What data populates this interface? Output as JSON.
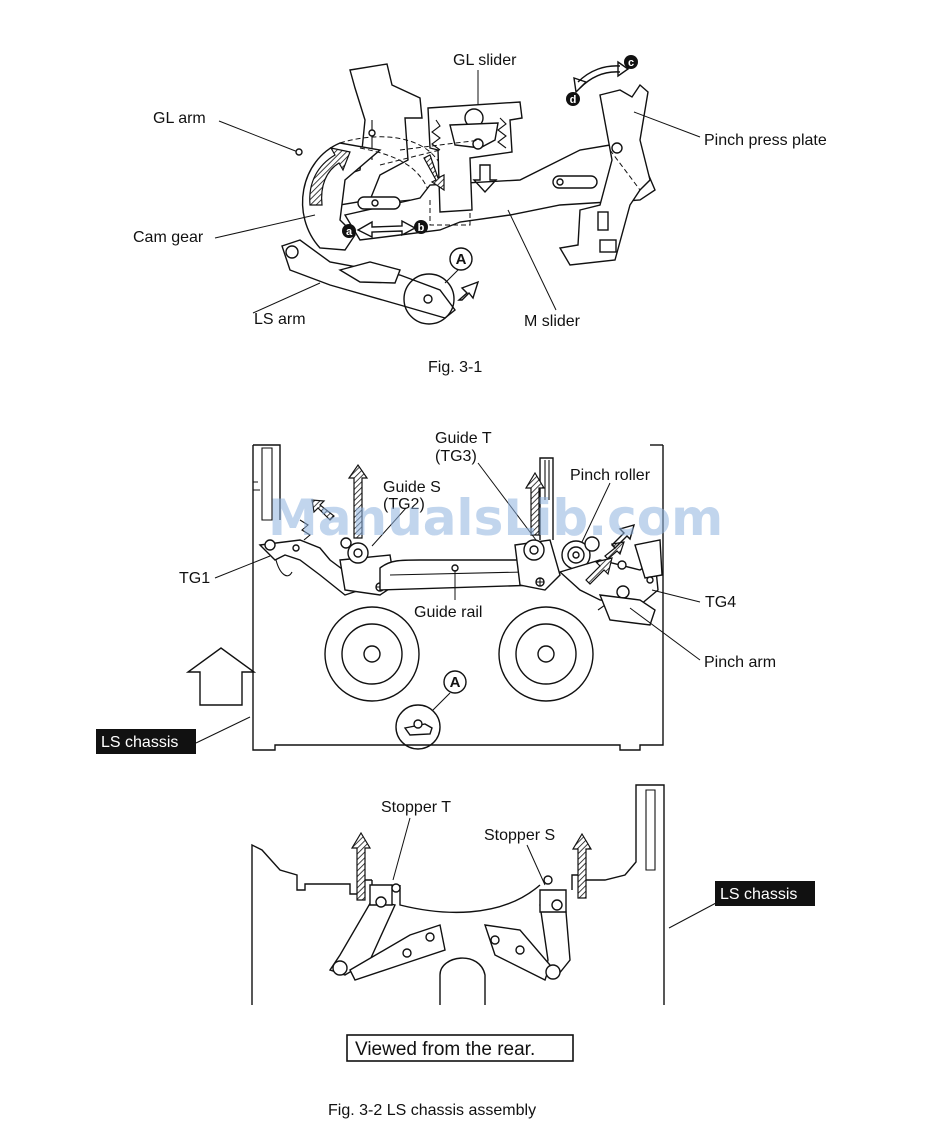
{
  "fig1": {
    "labels": {
      "gl_slider": "GL slider",
      "gl_arm": "GL arm",
      "pinch_press_plate": "Pinch press plate",
      "cam_gear": "Cam gear",
      "ls_arm": "LS arm",
      "m_slider": "M slider"
    },
    "markers": {
      "a": "a",
      "b": "b",
      "c": "c",
      "d": "d",
      "A": "A"
    },
    "caption": "Fig. 3-1"
  },
  "fig2": {
    "labels": {
      "guide_t": "Guide T",
      "guide_t_code": "(TG3)",
      "guide_s": "Guide S",
      "guide_s_code": "(TG2)",
      "pinch_roller": "Pinch roller",
      "tg1": "TG1",
      "tg4": "TG4",
      "guide_rail": "Guide rail",
      "pinch_arm": "Pinch arm",
      "ls_chassis_1": "LS chassis",
      "stopper_t": "Stopper T",
      "stopper_s": "Stopper S",
      "ls_chassis_2": "LS chassis",
      "viewed_from_rear": "Viewed from the rear."
    },
    "markers": {
      "A": "A"
    },
    "caption": "Fig. 3-2  LS chassis assembly"
  },
  "watermark": "ManualsLib.com"
}
